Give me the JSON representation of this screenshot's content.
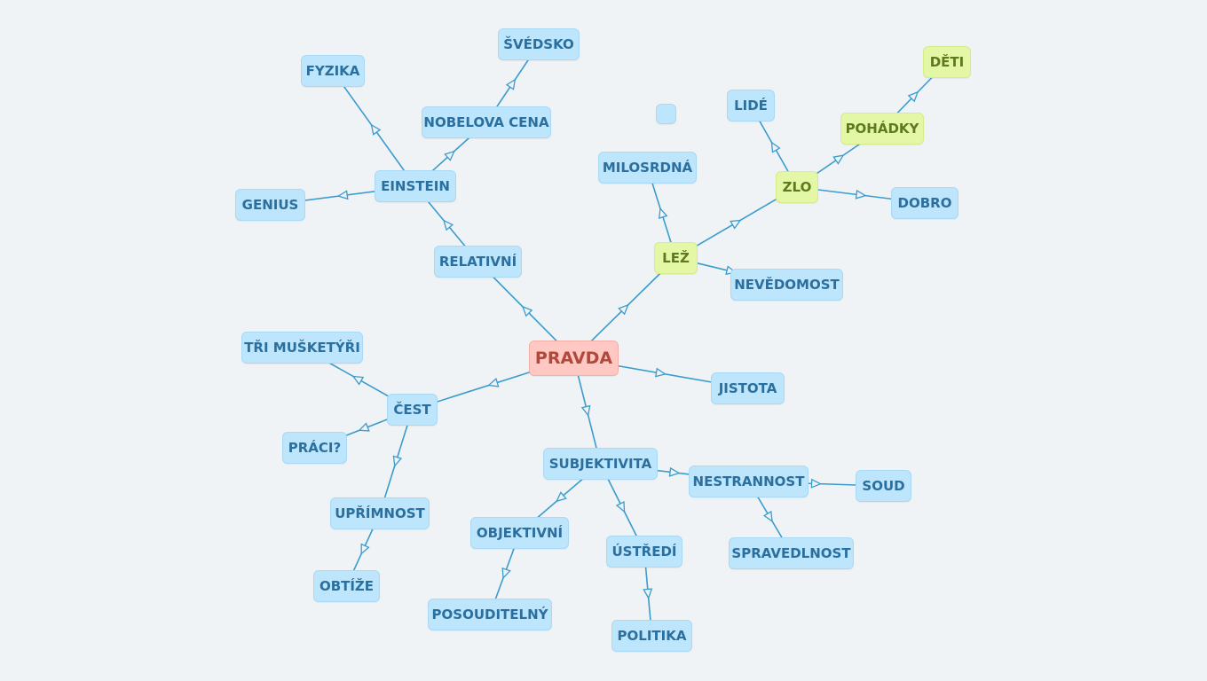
{
  "colors": {
    "background": "#f0f3f6",
    "edge": "#3a9ccd",
    "node_blue": "#bde5fb",
    "node_yellow": "#e4f7a6",
    "node_root": "#ffc8c2"
  },
  "nodes": [
    {
      "id": "pravda",
      "label": "PRAVDA",
      "style": "root"
    },
    {
      "id": "relativni",
      "label": "RELATIVNÍ",
      "style": "blue"
    },
    {
      "id": "einstein",
      "label": "EINSTEIN",
      "style": "blue"
    },
    {
      "id": "genius",
      "label": "GENIUS",
      "style": "blue"
    },
    {
      "id": "fyzika",
      "label": "FYZIKA",
      "style": "blue"
    },
    {
      "id": "nobelova",
      "label": "NOBELOVA CENA",
      "style": "blue"
    },
    {
      "id": "svedsko",
      "label": "ŠVÉDSKO",
      "style": "blue"
    },
    {
      "id": "empty",
      "label": "",
      "style": "blue"
    },
    {
      "id": "lez",
      "label": "LEŽ",
      "style": "yellow"
    },
    {
      "id": "milosrdna",
      "label": "MILOSRDNÁ",
      "style": "blue"
    },
    {
      "id": "nevedomost",
      "label": "NEVĚDOMOST",
      "style": "blue"
    },
    {
      "id": "zlo",
      "label": "ZLO",
      "style": "yellow"
    },
    {
      "id": "lide",
      "label": "LIDÉ",
      "style": "blue"
    },
    {
      "id": "pohadky",
      "label": "POHÁDKY",
      "style": "yellow"
    },
    {
      "id": "deti",
      "label": "DĚTI",
      "style": "yellow"
    },
    {
      "id": "dobro",
      "label": "DOBRO",
      "style": "blue"
    },
    {
      "id": "jistota",
      "label": "JISTOTA",
      "style": "blue"
    },
    {
      "id": "cest",
      "label": "ČEST",
      "style": "blue"
    },
    {
      "id": "tri",
      "label": "TŘI MUŠKETÝŘI",
      "style": "blue"
    },
    {
      "id": "praci",
      "label": "PRÁCI?",
      "style": "blue"
    },
    {
      "id": "uprimnost",
      "label": "UPŘÍMNOST",
      "style": "blue"
    },
    {
      "id": "obtize",
      "label": "OBTÍŽE",
      "style": "blue"
    },
    {
      "id": "subjektivita",
      "label": "SUBJEKTIVITA",
      "style": "blue"
    },
    {
      "id": "objektivni",
      "label": "OBJEKTIVNÍ",
      "style": "blue"
    },
    {
      "id": "posouditelny",
      "label": "POSOUDITELNÝ",
      "style": "blue"
    },
    {
      "id": "ustredi",
      "label": "ÚSTŘEDÍ",
      "style": "blue"
    },
    {
      "id": "politika",
      "label": "POLITIKA",
      "style": "blue"
    },
    {
      "id": "nestrannost",
      "label": "NESTRANNOST",
      "style": "blue"
    },
    {
      "id": "soud",
      "label": "SOUD",
      "style": "blue"
    },
    {
      "id": "spravedlnost",
      "label": "SPRAVEDLNOST",
      "style": "blue"
    }
  ],
  "edges": [
    [
      "pravda",
      "relativni"
    ],
    [
      "relativni",
      "einstein"
    ],
    [
      "einstein",
      "genius"
    ],
    [
      "einstein",
      "fyzika"
    ],
    [
      "einstein",
      "nobelova"
    ],
    [
      "nobelova",
      "svedsko"
    ],
    [
      "pravda",
      "lez"
    ],
    [
      "lez",
      "milosrdna"
    ],
    [
      "lez",
      "nevedomost"
    ],
    [
      "lez",
      "zlo"
    ],
    [
      "zlo",
      "lide"
    ],
    [
      "zlo",
      "pohadky"
    ],
    [
      "pohadky",
      "deti"
    ],
    [
      "zlo",
      "dobro"
    ],
    [
      "pravda",
      "jistota"
    ],
    [
      "pravda",
      "cest"
    ],
    [
      "cest",
      "tri"
    ],
    [
      "cest",
      "praci"
    ],
    [
      "cest",
      "uprimnost"
    ],
    [
      "uprimnost",
      "obtize"
    ],
    [
      "pravda",
      "subjektivita"
    ],
    [
      "subjektivita",
      "objektivni"
    ],
    [
      "objektivni",
      "posouditelny"
    ],
    [
      "subjektivita",
      "ustredi"
    ],
    [
      "ustredi",
      "politika"
    ],
    [
      "subjektivita",
      "nestrannost"
    ],
    [
      "nestrannost",
      "soud"
    ],
    [
      "nestrannost",
      "spravedlnost"
    ]
  ]
}
